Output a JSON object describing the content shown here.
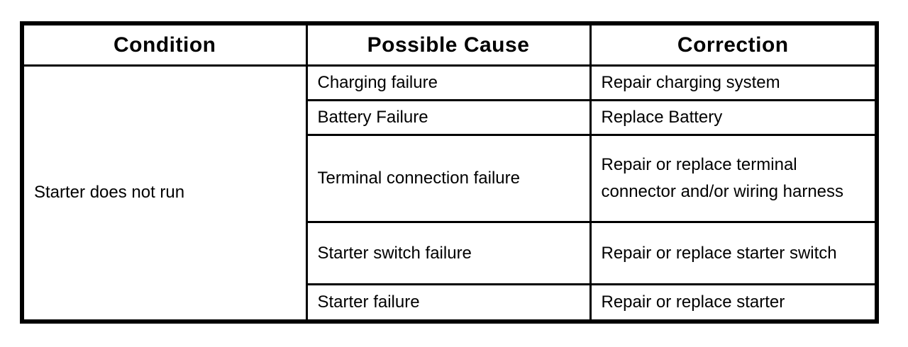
{
  "table": {
    "headers": [
      "Condition",
      "Possible Cause",
      "Correction"
    ],
    "condition": "Starter does not run",
    "rows": [
      {
        "cause": "Charging failure",
        "correction": "Repair charging system"
      },
      {
        "cause": "Battery Failure",
        "correction": "Replace Battery"
      },
      {
        "cause": "Terminal connection failure",
        "correction": "Repair or replace terminal connector and/or wiring harness"
      },
      {
        "cause": "Starter switch failure",
        "correction": "Repair or replace starter switch"
      },
      {
        "cause": "Starter failure",
        "correction": "Repair or replace starter"
      }
    ]
  },
  "colors": {
    "border": "#000000",
    "text": "#000000",
    "background": "#ffffff"
  }
}
